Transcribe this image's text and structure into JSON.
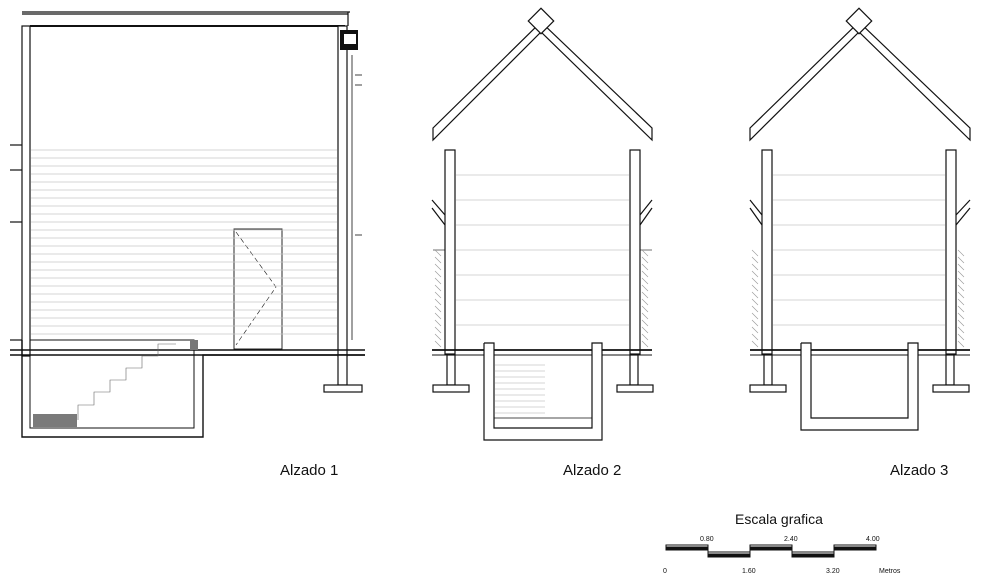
{
  "drawings": [
    {
      "id": "alzado-1",
      "label": "Alzado  1"
    },
    {
      "id": "alzado-2",
      "label": "Alzado  2"
    },
    {
      "id": "alzado-3",
      "label": "Alzado  3"
    }
  ],
  "scale_bar": {
    "title": "Escala grafica",
    "top_ticks": [
      "0.80",
      "2.40",
      "4.00"
    ],
    "bottom_ticks": [
      "0",
      "1.60",
      "3.20"
    ],
    "unit": "Metros"
  },
  "colors": {
    "line": "#111111",
    "wall_fill": "#ffffff",
    "siding": "#c8c8c8",
    "floor_patch": "#7a7a7a"
  }
}
